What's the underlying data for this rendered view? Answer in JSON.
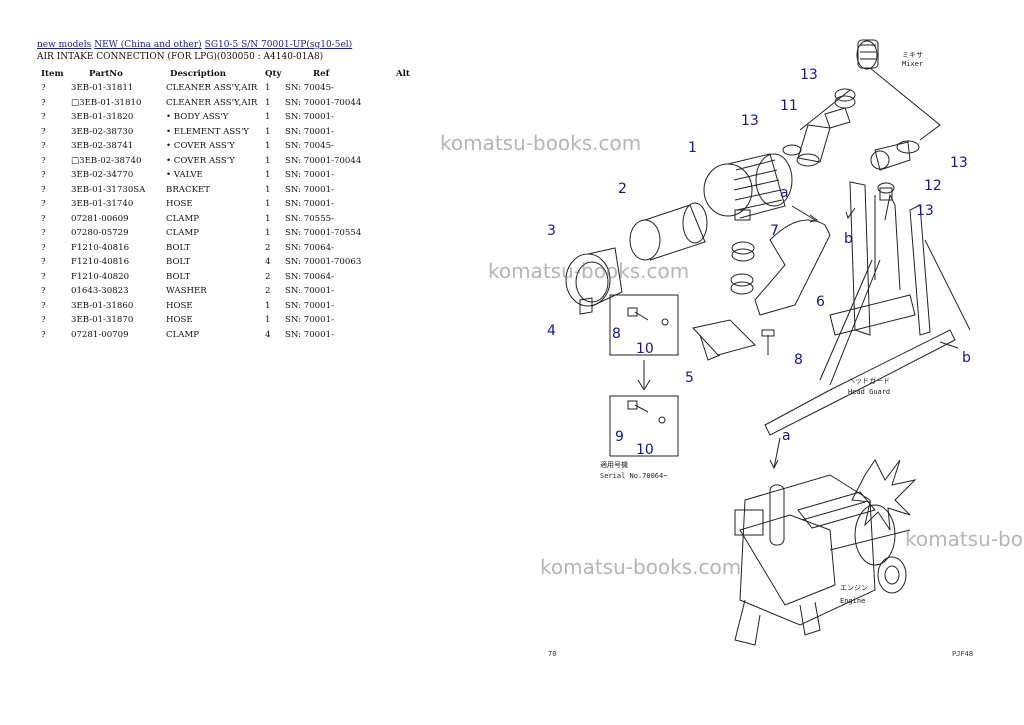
{
  "breadcrumb": [
    "new models",
    "NEW (China and other)",
    "SG10-5 S/N 70001-UP(sg10-5el)"
  ],
  "page_title": "AIR INTAKE CONNECTION (FOR LPG)(030050 : A4140-01A8)",
  "table": {
    "headers": [
      "Item",
      "PartNo",
      "Description",
      "Qty",
      "Ref",
      "Alt"
    ],
    "rows": [
      [
        "?",
        "3EB-01-31811",
        "CLEANER ASS'Y,AIR",
        "1",
        "SN: 70045-",
        ""
      ],
      [
        "?",
        "□3EB-01-31810",
        "CLEANER ASS'Y,AIR",
        "1",
        "SN: 70001-70044",
        ""
      ],
      [
        "?",
        "3EB-01-31820",
        "• BODY ASS'Y",
        "1",
        "SN: 70001-",
        ""
      ],
      [
        "?",
        "3EB-02-38730",
        "• ELEMENT ASS'Y",
        "1",
        "SN: 70001-",
        ""
      ],
      [
        "?",
        "3EB-02-38741",
        "• COVER ASS'Y",
        "1",
        "SN: 70045-",
        ""
      ],
      [
        "?",
        "□3EB-02-38740",
        "• COVER ASS'Y",
        "1",
        "SN: 70001-70044",
        ""
      ],
      [
        "?",
        "3EB-02-34770",
        "• VALVE",
        "1",
        "SN: 70001-",
        ""
      ],
      [
        "?",
        "3EB-01-31730SA",
        "BRACKET",
        "1",
        "SN: 70001-",
        ""
      ],
      [
        "?",
        "3EB-01-31740",
        "HOSE",
        "1",
        "SN: 70001-",
        ""
      ],
      [
        "?",
        "07281-00609",
        "CLAMP",
        "1",
        "SN: 70555-",
        ""
      ],
      [
        "?",
        "07280-05729",
        "CLAMP",
        "1",
        "SN: 70001-70554",
        ""
      ],
      [
        "?",
        "F1210-40816",
        "BOLT",
        "2",
        "SN: 70064-",
        ""
      ],
      [
        "?",
        "F1210-40816",
        "BOLT",
        "4",
        "SN: 70001-70063",
        ""
      ],
      [
        "?",
        "F1210-40820",
        "BOLT",
        "2",
        "SN: 70064-",
        ""
      ],
      [
        "?",
        "01643-30823",
        "WASHER",
        "2",
        "SN: 70001-",
        ""
      ],
      [
        "?",
        "3EB-01-31860",
        "HOSE",
        "1",
        "SN: 70001-",
        ""
      ],
      [
        "?",
        "3EB-01-31870",
        "HOSE",
        "1",
        "SN: 70001-",
        ""
      ],
      [
        "?",
        "07281-00709",
        "CLAMP",
        "4",
        "SN: 70001-",
        ""
      ]
    ]
  },
  "diagram": {
    "callouts": [
      "1",
      "2",
      "3",
      "4",
      "5",
      "6",
      "7",
      "8",
      "8",
      "9",
      "10",
      "10",
      "11",
      "12",
      "13",
      "13",
      "13",
      "13",
      "a",
      "a",
      "b",
      "b"
    ],
    "jp_mixer": "ミキサ",
    "mixer": "Mixer",
    "jp_head_guard": "ヘッドガード",
    "head_guard": "Head Guard",
    "jp_serial": "適用号機",
    "serial": "Serial No.70064~",
    "jp_engine": "エンジン",
    "engine": "Engine",
    "page_left": "70",
    "page_right": "PJF48"
  },
  "watermarks": [
    "komatsu-books.com",
    "komatsu-books.com",
    "komatsu-books.com",
    "komatsu-books.com"
  ]
}
